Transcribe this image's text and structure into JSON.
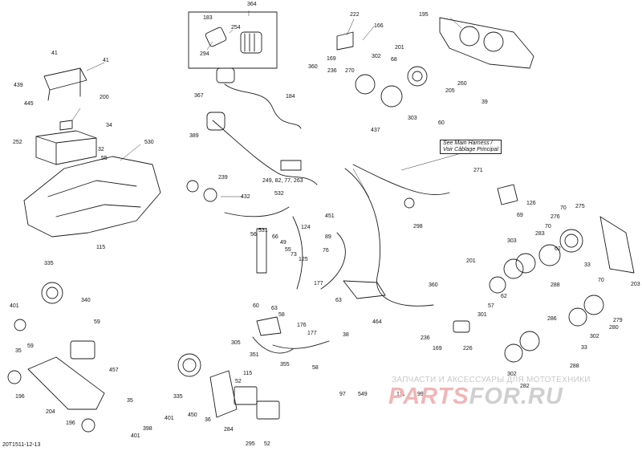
{
  "drawing_code": "20T1511-12-13",
  "callouts": [
    {
      "text": "See Main Harness /"
    },
    {
      "text": "Voir Câblage Principal"
    }
  ],
  "watermark": {
    "line": "ЗАПЧАСТИ И АКСЕССУАРЫ ДЛЯ МОТОТЕХНИКИ",
    "logo_part1": "PARTS",
    "logo_part2": "FOR.RU"
  },
  "part_labels": [
    "364",
    "183",
    "254",
    "294",
    "222",
    "166",
    "169",
    "236",
    "270",
    "360",
    "302",
    "303",
    "68",
    "201",
    "195",
    "205",
    "260",
    "39",
    "60",
    "41",
    "41",
    "439",
    "445",
    "200",
    "34",
    "252",
    "32",
    "55",
    "530",
    "115",
    "367",
    "184",
    "389",
    "437",
    "239",
    "432",
    "249, 82, 77, 263",
    "532",
    "451",
    "298",
    "271",
    "126",
    "69",
    "56",
    "531",
    "66",
    "49",
    "55",
    "73",
    "124",
    "89",
    "76",
    "125",
    "335",
    "340",
    "401",
    "35",
    "59",
    "457",
    "196",
    "204",
    "59",
    "196",
    "35",
    "398",
    "401",
    "401",
    "335",
    "450",
    "36",
    "284",
    "52",
    "295",
    "52",
    "115",
    "60",
    "63",
    "58",
    "305",
    "351",
    "355",
    "58",
    "177",
    "63",
    "38",
    "176",
    "177",
    "464",
    "201",
    "360",
    "301",
    "57",
    "62",
    "236",
    "169",
    "226",
    "303",
    "283",
    "62",
    "33",
    "288",
    "70",
    "276",
    "275",
    "70",
    "279",
    "203",
    "70",
    "302",
    "280",
    "286",
    "33",
    "288",
    "282",
    "302",
    "97",
    "549",
    "111",
    "99"
  ]
}
